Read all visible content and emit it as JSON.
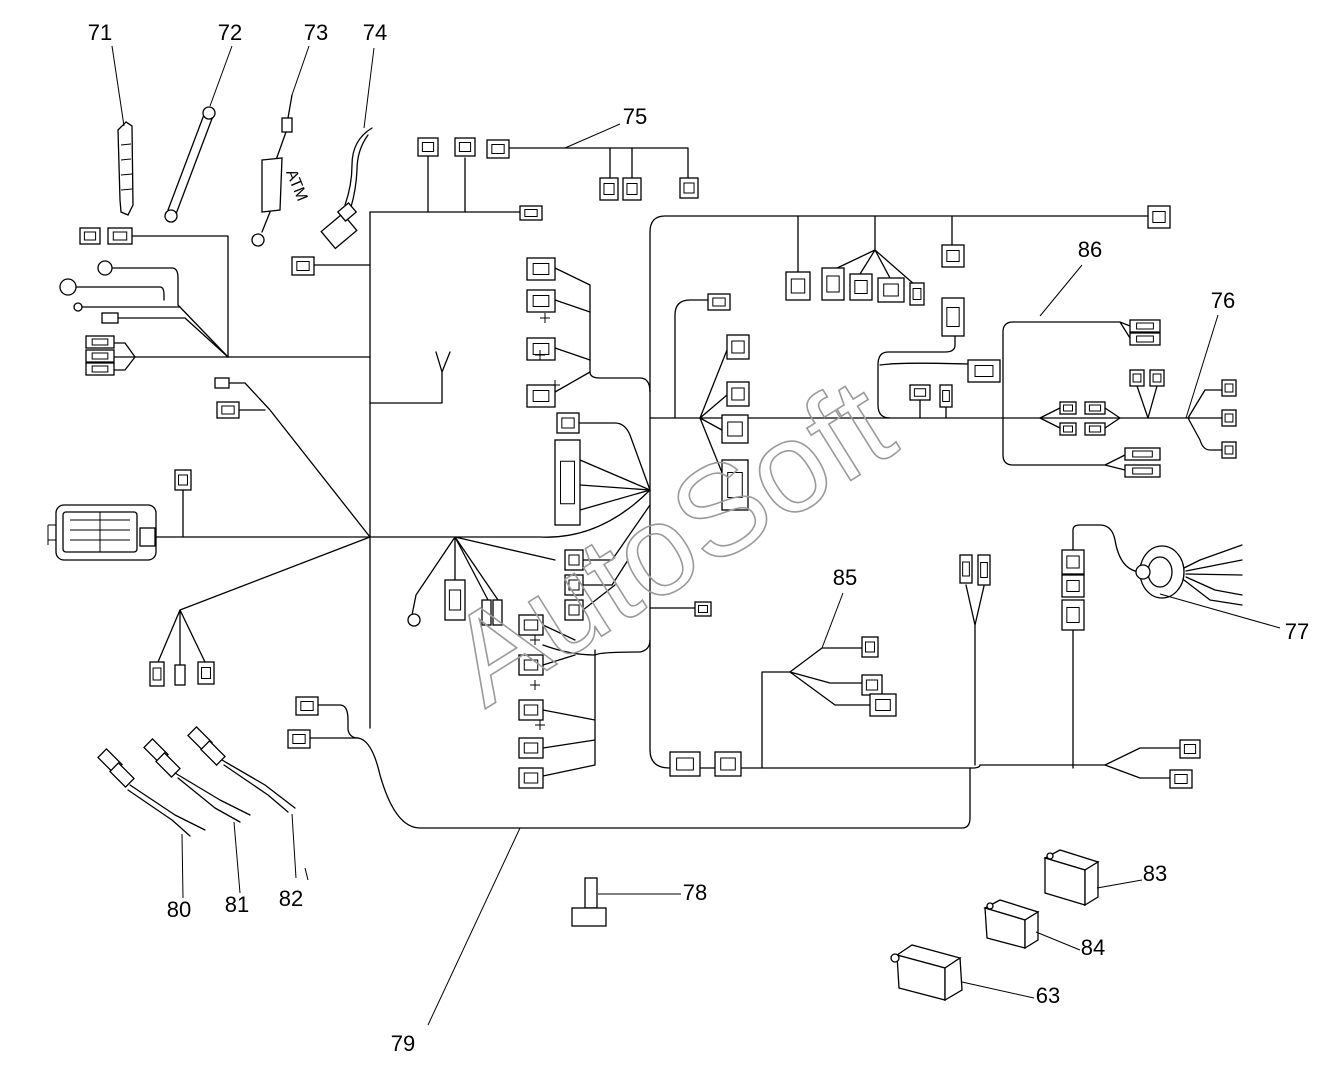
{
  "callouts": [
    "71",
    "72",
    "73",
    "74",
    "75",
    "86",
    "76",
    "77",
    "85",
    "79",
    "78",
    "80",
    "81",
    "82",
    "83",
    "84",
    "63"
  ],
  "part_marking": "ATM",
  "watermark": "AutoSoft"
}
